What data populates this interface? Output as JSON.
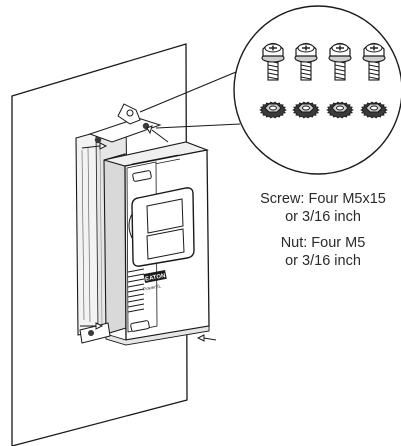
{
  "diagram": {
    "device_logo": "EATON",
    "device_model": "PowerXL"
  },
  "screw": {
    "line1": "Screw: Four M5x15",
    "line2": "or 3/16 inch",
    "count": 4
  },
  "nut": {
    "line1": "Nut: Four M5",
    "line2": "or 3/16 inch",
    "count": 4
  },
  "colors": {
    "line": "#1a1a1a",
    "fill": "#ffffff",
    "shade": "#cfcfcf",
    "dark": "#3a3a3a"
  }
}
